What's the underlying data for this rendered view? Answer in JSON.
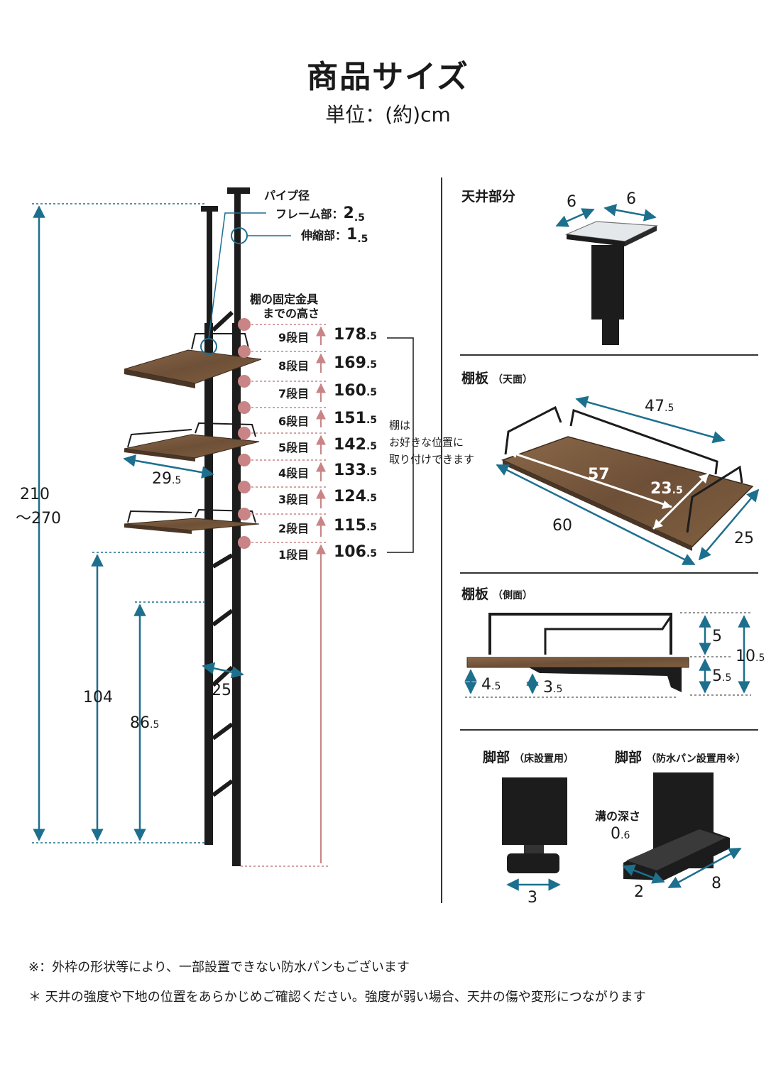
{
  "header": {
    "title": "商品サイズ",
    "unit": "単位：(約)cm"
  },
  "pipe": {
    "heading": "パイプ径",
    "frame_label": "フレーム部：",
    "frame_main": "2",
    "frame_sub": ".5",
    "telescope_label": "伸縮部：",
    "telescope_main": "1",
    "telescope_sub": ".5"
  },
  "shelf_height_heading_1": "棚の固定金具",
  "shelf_height_heading_2": "までの高さ",
  "levels": [
    {
      "label": "9段目",
      "main": "178",
      "sub": ".5"
    },
    {
      "label": "8段目",
      "main": "169",
      "sub": ".5"
    },
    {
      "label": "7段目",
      "main": "160",
      "sub": ".5"
    },
    {
      "label": "6段目",
      "main": "151",
      "sub": ".5"
    },
    {
      "label": "5段目",
      "main": "142",
      "sub": ".5"
    },
    {
      "label": "4段目",
      "main": "133",
      "sub": ".5"
    },
    {
      "label": "3段目",
      "main": "124",
      "sub": ".5"
    },
    {
      "label": "2段目",
      "main": "115",
      "sub": ".5"
    },
    {
      "label": "1段目",
      "main": "106",
      "sub": ".5"
    }
  ],
  "shelf_note": [
    "棚は",
    "お好きな位置に",
    "取り付けできます"
  ],
  "left_dims": {
    "total_1": "210",
    "total_2": "〜270",
    "d104": "104",
    "d86_main": "86",
    "d86_sub": ".5",
    "shelf_depth_main": "29",
    "shelf_depth_sub": ".5",
    "frame_width": "25"
  },
  "ceiling": {
    "heading": "天井部分",
    "w1": "6",
    "w2": "6"
  },
  "shelf_top": {
    "heading": "棚板",
    "sub": "（天面）",
    "w_main": "47",
    "w_sub": ".5",
    "inner": "57",
    "inner_d_main": "23",
    "inner_d_sub": ".5",
    "outer_w": "60",
    "outer_d": "25"
  },
  "shelf_side": {
    "heading": "棚板",
    "sub": "（側面）",
    "rail": "5",
    "bracket_main": "5",
    "bracket_sub": ".5",
    "total_main": "10",
    "total_sub": ".5",
    "thick_main": "4",
    "thick_sub": ".5",
    "board_main": "3",
    "board_sub": ".5"
  },
  "foot_floor": {
    "heading": "脚部",
    "sub": "（床設置用）",
    "width": "3"
  },
  "foot_pan": {
    "heading": "脚部",
    "sub": "（防水パン設置用※）",
    "groove_label": "溝の深さ",
    "groove_main": "0",
    "groove_sub": ".6",
    "w": "2",
    "l": "8"
  },
  "notes": [
    "※：外枠の形状等により、一部設置できない防水パンもございます",
    "＊ 天井の強度や下地の位置をあらかじめご確認ください。強度が弱い場合、天井の傷や変形につながります"
  ],
  "colors": {
    "teal": "#1d6f8e",
    "rose": "#c98486",
    "wood": "#7a5a3e",
    "frame": "#1c1c1c"
  }
}
